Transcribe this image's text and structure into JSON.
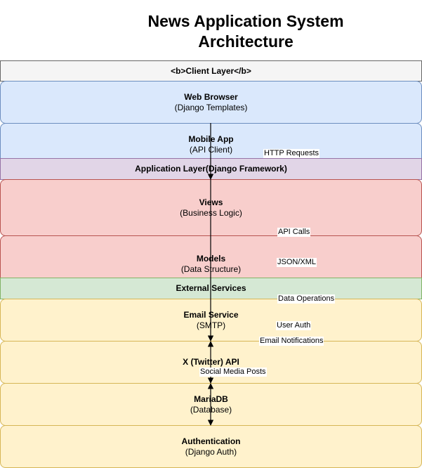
{
  "title": {
    "line1": "News Application System",
    "line2": "Architecture"
  },
  "layers": {
    "client": "<b>Client Layer</b>",
    "application": "Application Layer(Django Framework)",
    "external": "External Services"
  },
  "components": {
    "web_browser": {
      "name": "Web Browser",
      "detail": "(Django Templates)"
    },
    "mobile_app": {
      "name": "Mobile App",
      "detail": "(API Client)"
    },
    "views": {
      "name": "Views",
      "detail": "(Business Logic)"
    },
    "models": {
      "name": "Models",
      "detail": "(Data Structure)"
    },
    "email_service": {
      "name": "Email Service",
      "detail": "(SMTP)"
    },
    "twitter_api": {
      "name": "X (Twitter) API"
    },
    "mariadb": {
      "name": "MariaDB",
      "detail": "(Database)"
    },
    "authentication": {
      "name": "Authentication",
      "detail": "(Django Auth)"
    }
  },
  "connections": {
    "http_requests": "HTTP Requests",
    "api_calls": "API Calls",
    "json_xml": "JSON/XML",
    "data_operations": "Data Operations",
    "user_auth": "User Auth",
    "email_notifications": "Email Notifications",
    "social_media_posts": "Social Media Posts"
  }
}
